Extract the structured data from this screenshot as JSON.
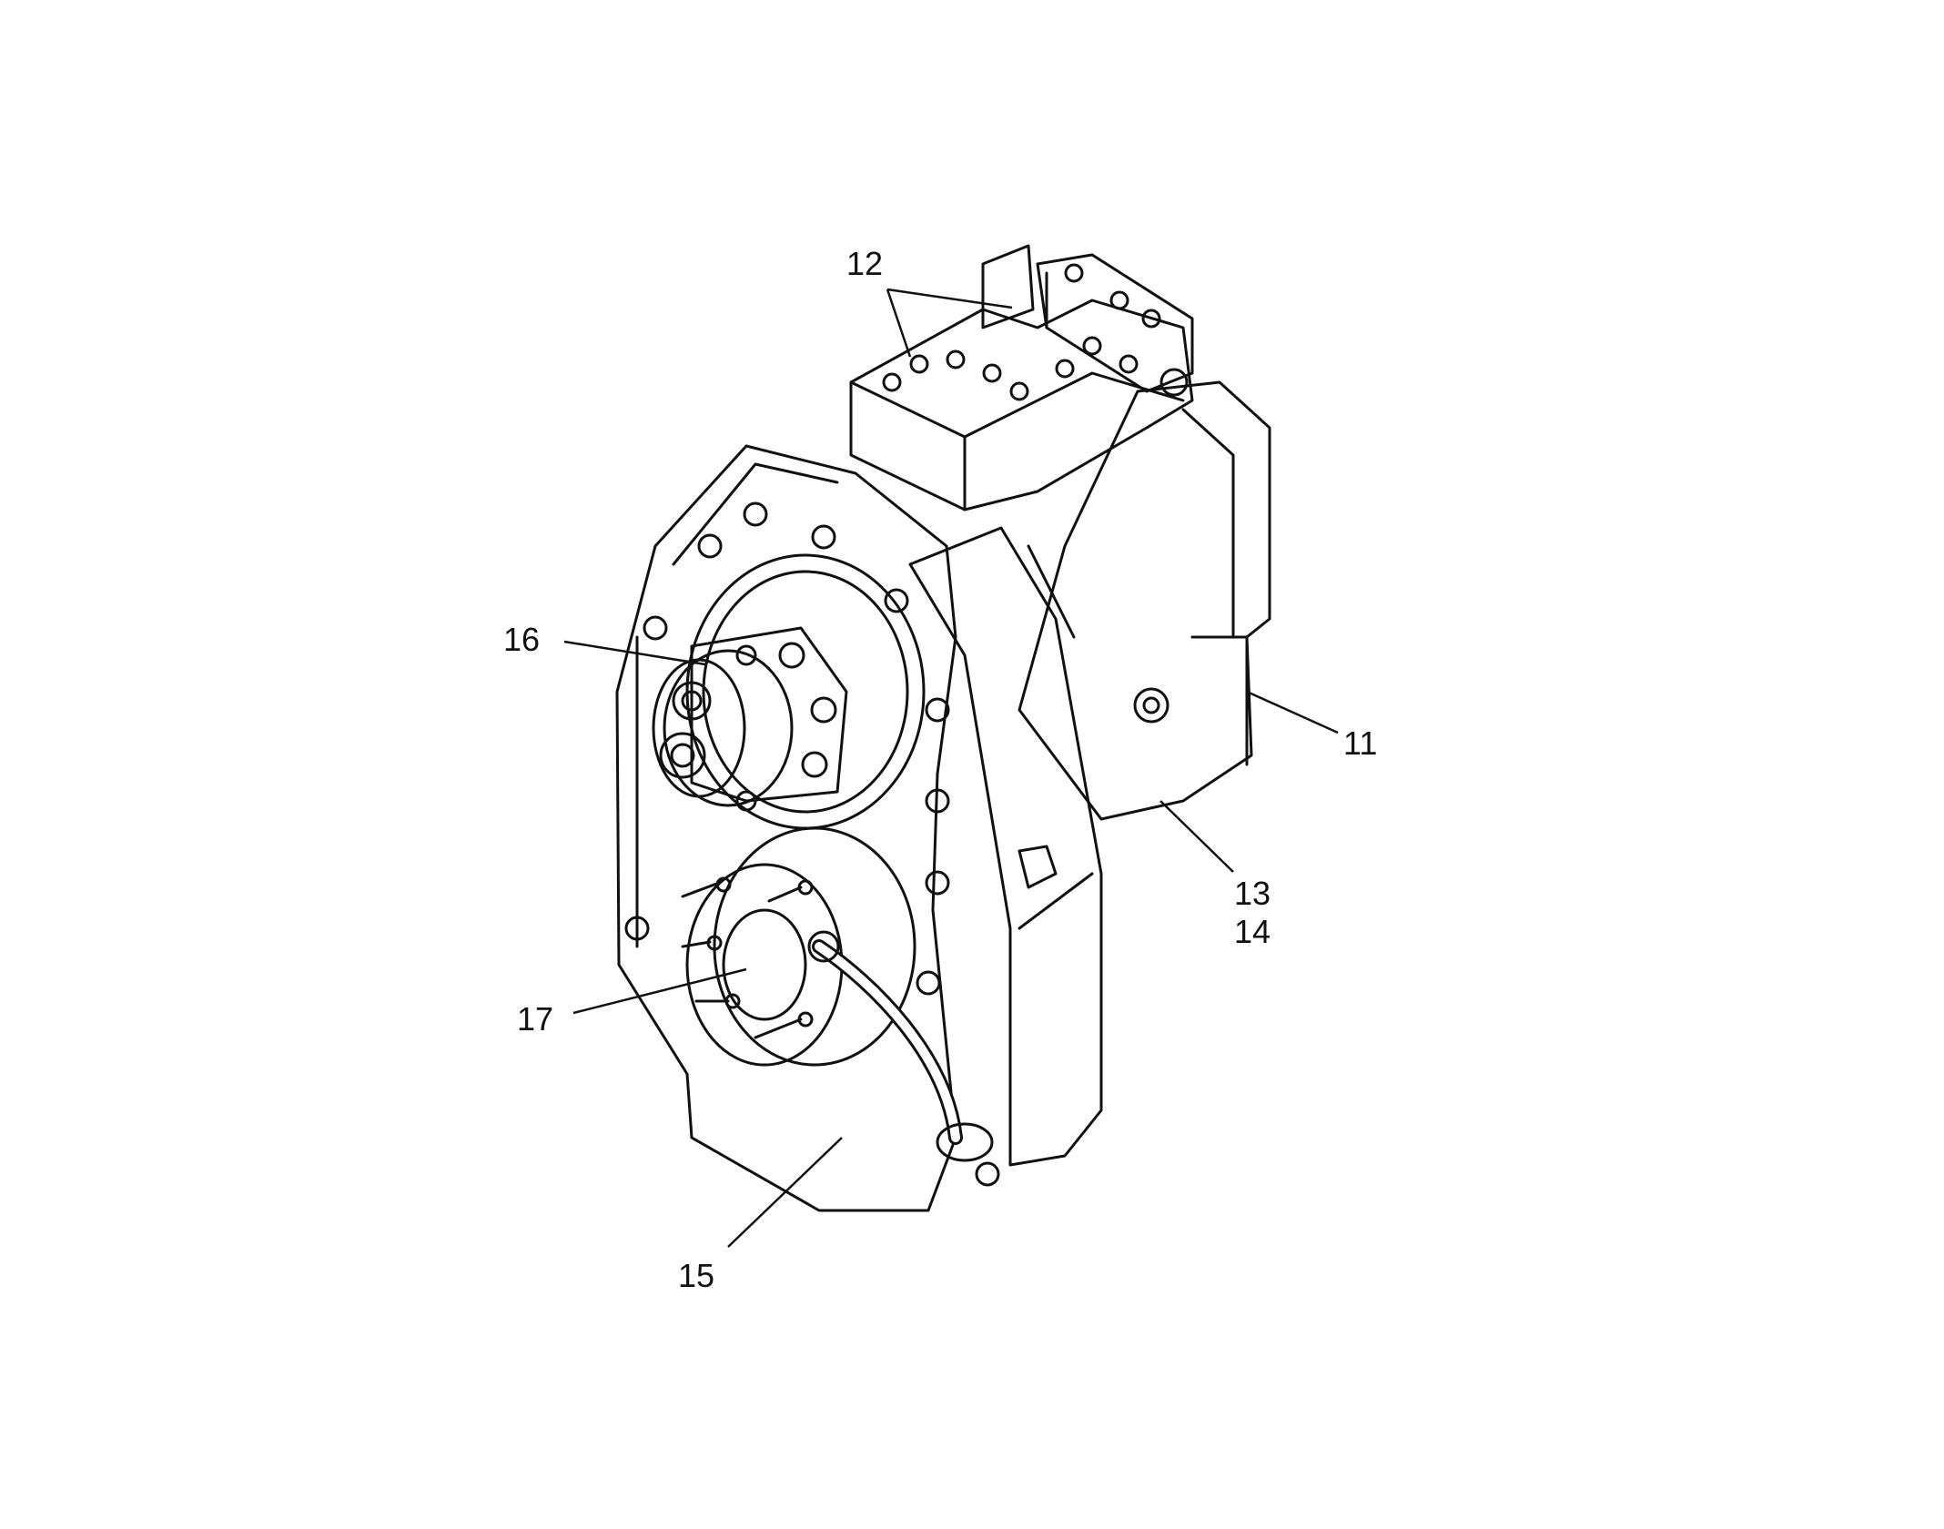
{
  "diagram": {
    "callouts": [
      {
        "id": "12",
        "label": "12"
      },
      {
        "id": "16",
        "label": "16"
      },
      {
        "id": "11",
        "label": "11"
      },
      {
        "id": "13",
        "label": "13"
      },
      {
        "id": "14",
        "label": "14"
      },
      {
        "id": "17",
        "label": "17"
      },
      {
        "id": "15",
        "label": "15"
      }
    ],
    "colors": {
      "line": "#111111",
      "background": "#ffffff"
    }
  }
}
